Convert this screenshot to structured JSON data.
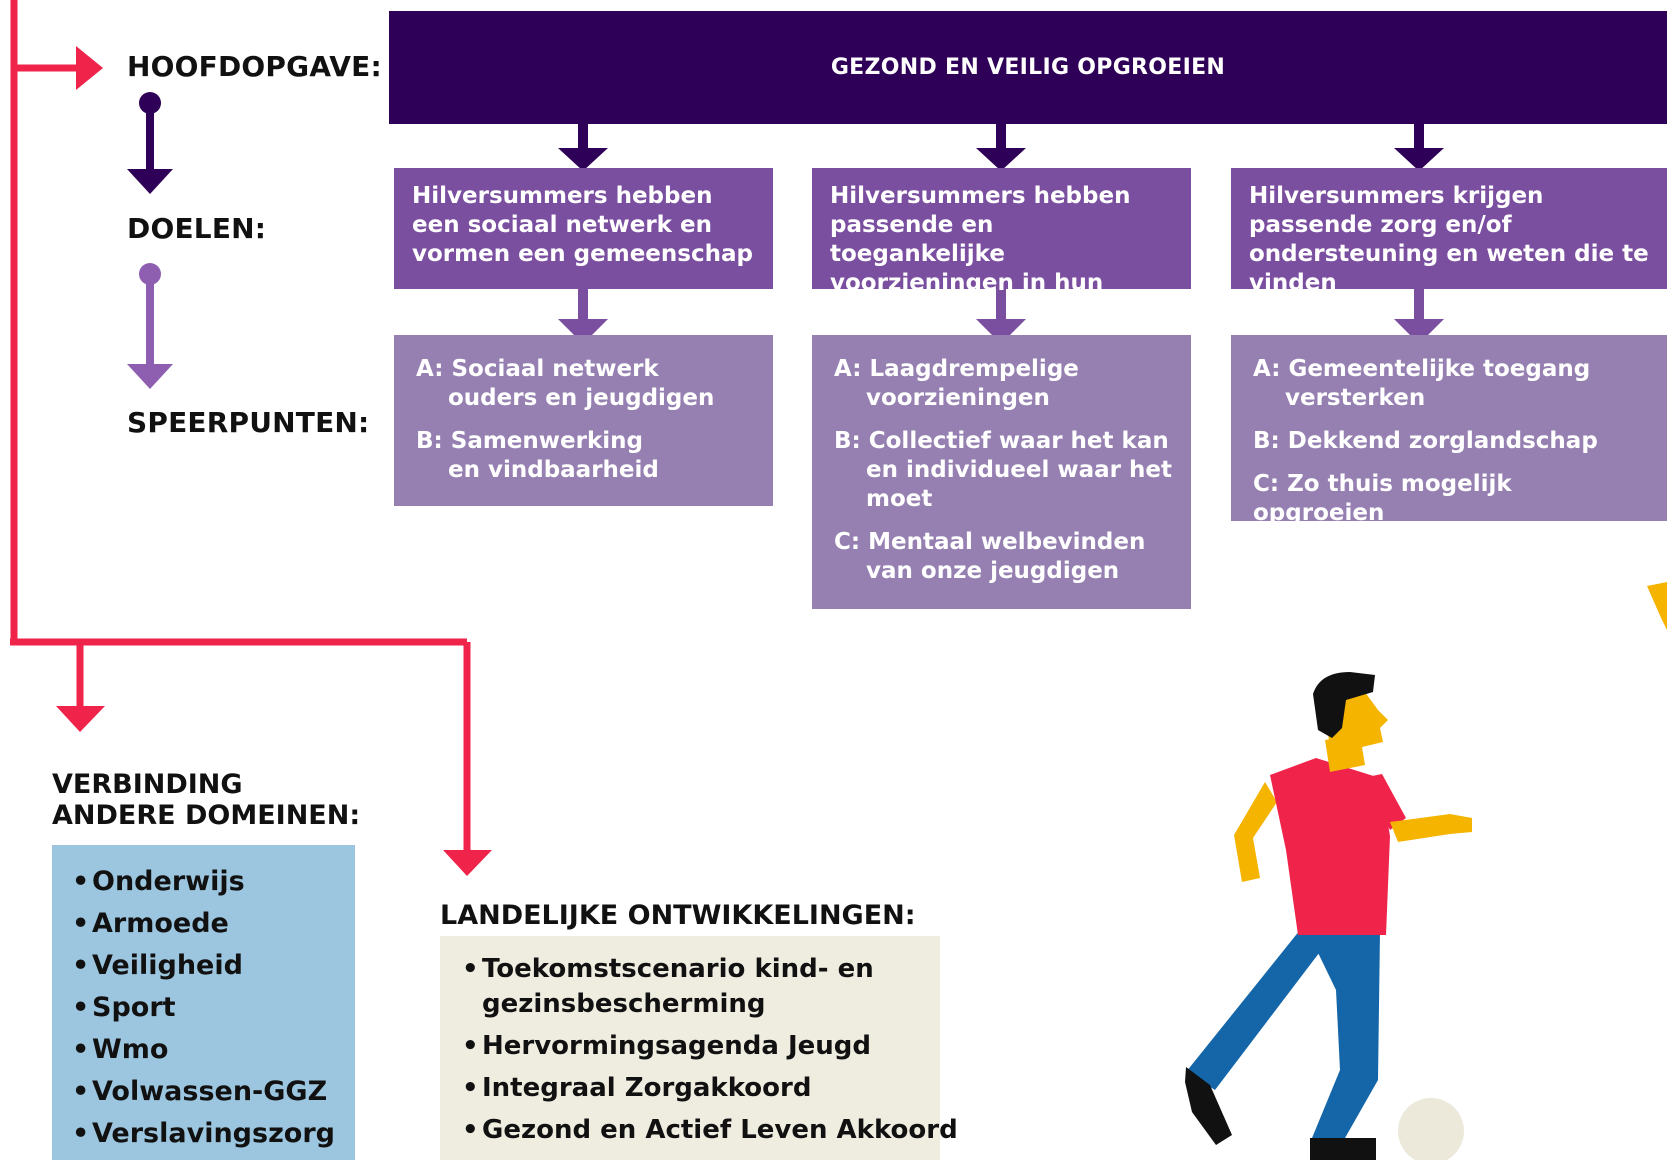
{
  "levels": {
    "hoofdopgave": "HOOFDOPGAVE:",
    "doelen": "DOELEN:",
    "speerpunten": "SPEERPUNTEN:"
  },
  "hoofdopgave_text": "GEZOND EN VEILIG OPGROEIEN",
  "doelen": [
    {
      "text": "Hilversummers hebben een sociaal netwerk en vormen een gemeenschap"
    },
    {
      "text": "Hilversummers hebben passende en toegankelijke voorzieningen in hun buurt"
    },
    {
      "text": "Hilversummers krijgen passende zorg en/of ondersteuning en weten die te vinden"
    }
  ],
  "speerpunten": [
    [
      {
        "letter": "A:",
        "line1": "Sociaal netwerk",
        "line2": "ouders en jeugdigen"
      },
      {
        "letter": "B:",
        "line1": "Samenwerking",
        "line2": "en vindbaarheid"
      }
    ],
    [
      {
        "letter": "A:",
        "line1": "Laagdrempelige",
        "line2": "voorzieningen"
      },
      {
        "letter": "B:",
        "line1": "Collectief waar het kan",
        "line2": "en individueel waar het moet"
      },
      {
        "letter": "C:",
        "line1": "Mentaal welbevinden",
        "line2": "van onze jeugdigen"
      }
    ],
    [
      {
        "letter": "A:",
        "line1": "Gemeentelijke toegang",
        "line2": "versterken"
      },
      {
        "letter": "B:",
        "line1": "Dekkend zorglandschap",
        "line2": ""
      },
      {
        "letter": "C:",
        "line1": "Zo thuis mogelijk opgroeien",
        "line2": ""
      }
    ]
  ],
  "verbinding": {
    "title_line1": "VERBINDING",
    "title_line2": "ANDERE DOMEINEN:",
    "items": [
      "Onderwijs",
      "Armoede",
      "Veiligheid",
      "Sport",
      "Wmo",
      "Volwassen-GGZ",
      "Verslavingszorg"
    ]
  },
  "landelijk": {
    "title": "LANDELIJKE ONTWIKKELINGEN:",
    "items": [
      {
        "line1": "Toekomstscenario kind- en",
        "line2": "gezinsbescherming"
      },
      {
        "line1": "Hervormingsagenda Jeugd",
        "line2": ""
      },
      {
        "line1": "Integraal Zorgakkoord",
        "line2": ""
      },
      {
        "line1": "Gezond en Actief Leven Akkoord",
        "line2": ""
      }
    ]
  },
  "colors": {
    "connector_red": "#f0234a",
    "hoofd": "#2e0057",
    "doel": "#7b4fa0",
    "speer": "#9680b1",
    "domain_box": "#9cc6e0",
    "land_box": "#efece0"
  },
  "illustration": {
    "icon": "football-player-illustration"
  }
}
